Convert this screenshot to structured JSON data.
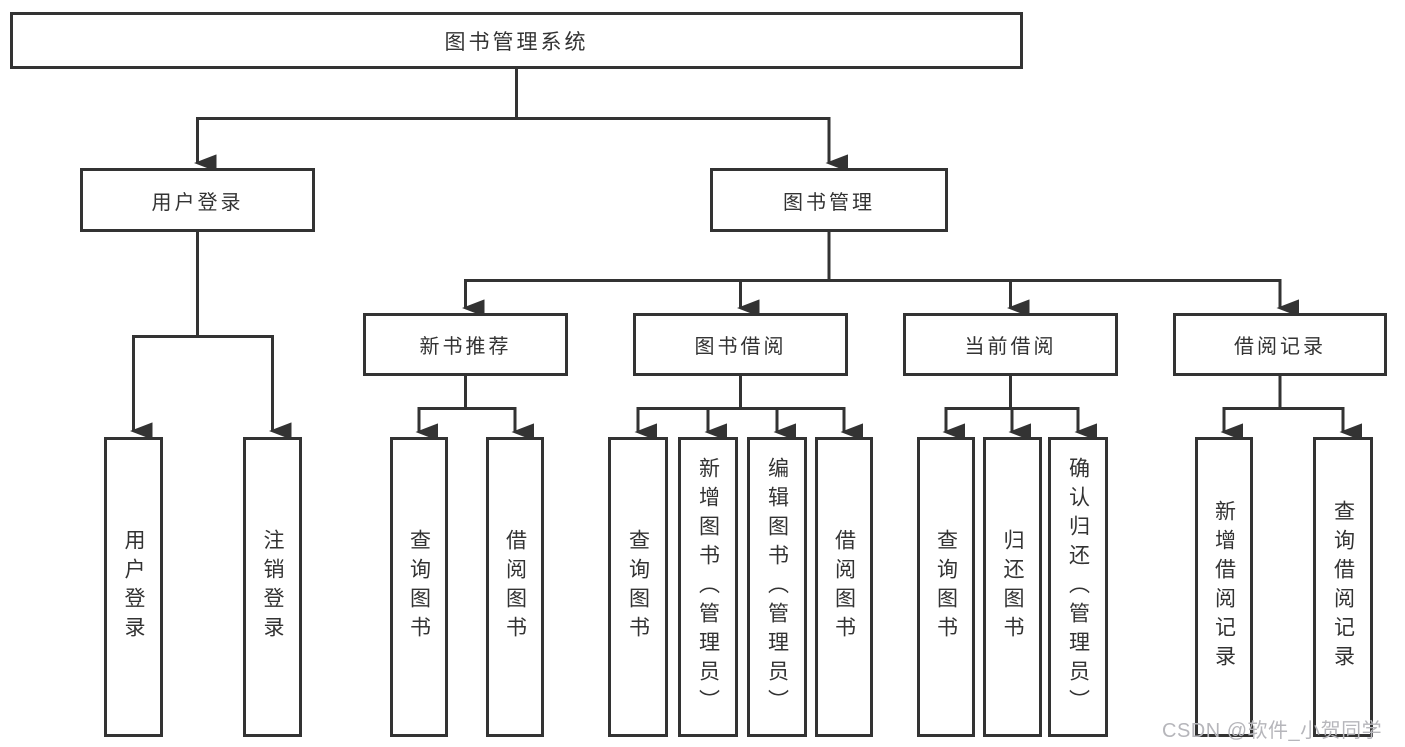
{
  "diagram": {
    "nodes": {
      "root": "图书管理系统",
      "user_login": "用户登录",
      "book_mgmt": "图书管理",
      "new_book_rec": "新书推荐",
      "book_borrow": "图书借阅",
      "current_borrow": "当前借阅",
      "borrow_records": "借阅记录",
      "leaves": {
        "user_login": [
          "用户登录",
          "注销登录"
        ],
        "new_book_rec": [
          "查询图书",
          "借阅图书"
        ],
        "book_borrow": [
          "查询图书",
          "新增图书（管理员）",
          "编辑图书（管理员）",
          "借阅图书"
        ],
        "current_borrow": [
          "查询图书",
          "归还图书",
          "确认归还（管理员）"
        ],
        "borrow_records": [
          "新增借阅记录",
          "查询借阅记录"
        ]
      }
    }
  },
  "watermark": "CSDN @软件_小贺同学",
  "colors": {
    "line": "#333333",
    "text": "#333333",
    "background": "#ffffff",
    "watermark": "#b6b6bb"
  }
}
